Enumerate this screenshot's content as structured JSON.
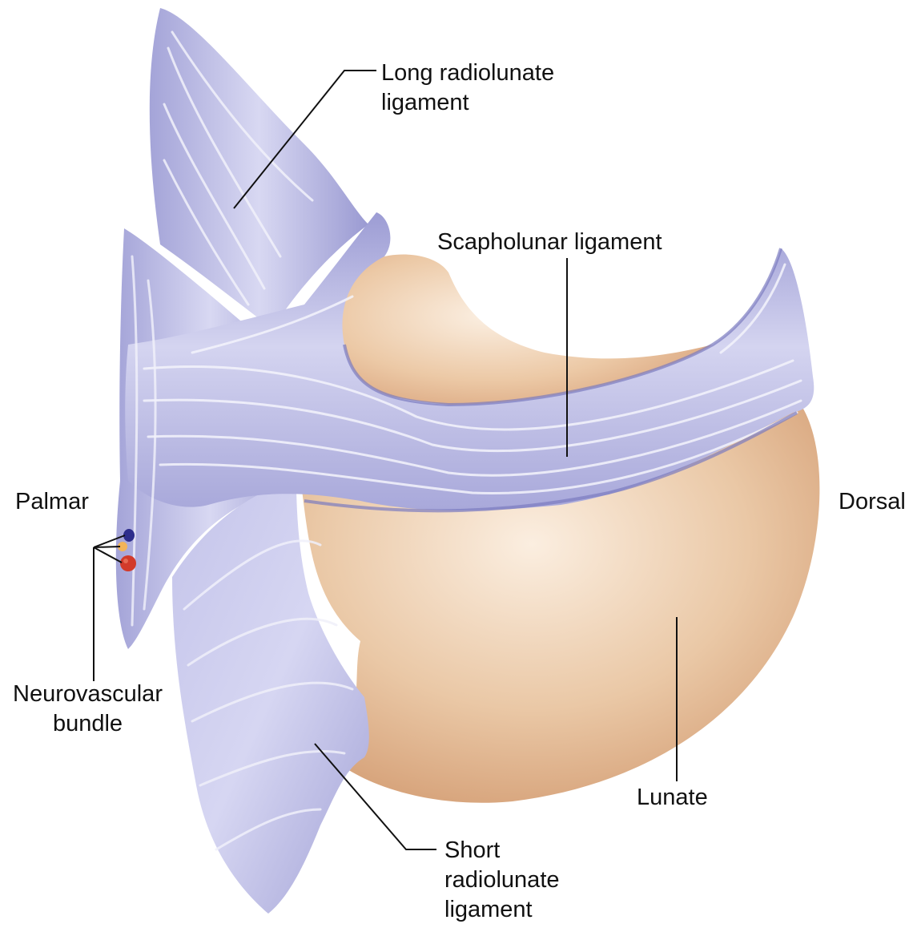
{
  "labels": {
    "long_radiolunate": "Long radiolunate\nligament",
    "scapholunar": "Scapholunar ligament",
    "palmar": "Palmar",
    "dorsal": "Dorsal",
    "neurovascular_bundle": "Neurovascular\nbundle",
    "lunate": "Lunate",
    "short_radiolunate": "Short\nradiolunate\nligament"
  },
  "colors": {
    "ligament": "#b3b3e0",
    "ligament_dark": "#8282c4",
    "ligament_light": "#eeeefa",
    "bone": "#eac8a6",
    "bone_dark": "#d6a078",
    "bone_light": "#fbeee0",
    "vessel_blue": "#2e2e8c",
    "vessel_yellow": "#f2b45a",
    "vessel_red": "#d23a2a",
    "leader_line": "#111111"
  }
}
